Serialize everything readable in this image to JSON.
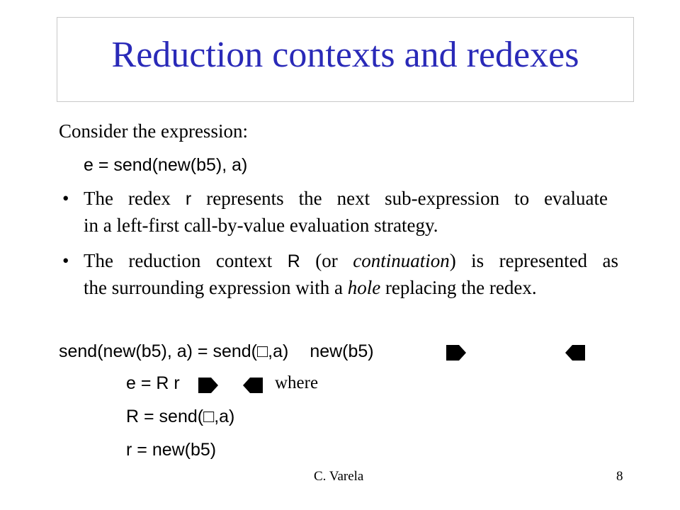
{
  "title": "Reduction contexts and redexes",
  "intro": "Consider the expression:",
  "expression": "e = send(new(b5), a)",
  "bullet_char": "•",
  "bullets": [
    {
      "pre": "The redex ",
      "sym": "r",
      "line1_post": " represents the next sub-expression to evaluate",
      "line2": "in a left-first call-by-value evaluation strategy."
    },
    {
      "pre": "The reduction context ",
      "sym": "R",
      "mid1": " (or ",
      "em1": "continuation",
      "line1_post": ") is represented as",
      "line2_pre": "the surrounding expression with a ",
      "em2": "hole",
      "line2_post": " replacing the redex."
    }
  ],
  "decomp": {
    "lhs": "send(new(b5), a) = send(",
    "hole": "□",
    "rhs_mid": ",a)",
    "rhs_end": "new(b5)"
  },
  "e_line": {
    "text": "e = R  r",
    "where": "where"
  },
  "R_line": {
    "pre": "R = send(",
    "hole": "□",
    "post": ",a)"
  },
  "r_line": "r = new(b5)",
  "footer": {
    "author": "C. Varela",
    "page": "8"
  },
  "colors": {
    "title": "#2a2ab8",
    "text": "#000000",
    "title_border": "#c8c8c8"
  },
  "icons": [
    "left-bracket-arrow-icon",
    "right-bracket-arrow-icon"
  ]
}
